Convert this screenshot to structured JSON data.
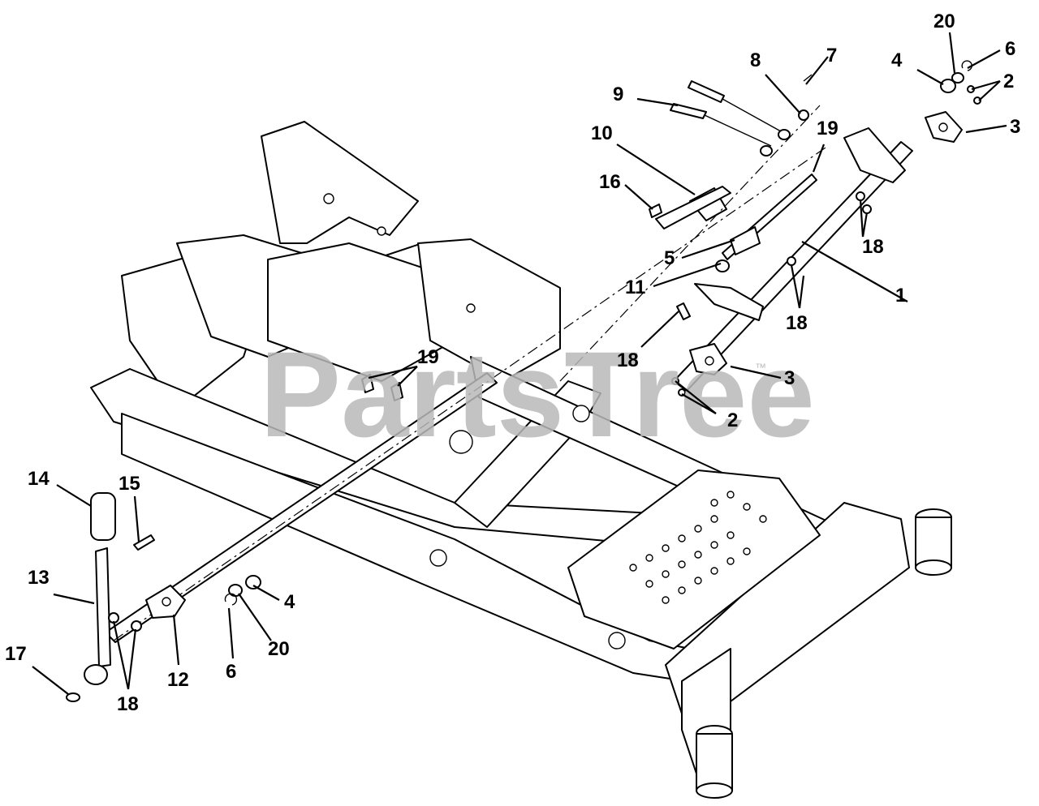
{
  "watermark": {
    "text": "PartsTree",
    "trademark": "™"
  },
  "callouts": [
    {
      "id": "c1",
      "label": "1"
    },
    {
      "id": "c2a",
      "label": "2"
    },
    {
      "id": "c2b",
      "label": "2"
    },
    {
      "id": "c3a",
      "label": "3"
    },
    {
      "id": "c3b",
      "label": "3"
    },
    {
      "id": "c4a",
      "label": "4"
    },
    {
      "id": "c4b",
      "label": "4"
    },
    {
      "id": "c5",
      "label": "5"
    },
    {
      "id": "c6a",
      "label": "6"
    },
    {
      "id": "c6b",
      "label": "6"
    },
    {
      "id": "c7",
      "label": "7"
    },
    {
      "id": "c8",
      "label": "8"
    },
    {
      "id": "c9",
      "label": "9"
    },
    {
      "id": "c10",
      "label": "10"
    },
    {
      "id": "c11",
      "label": "11"
    },
    {
      "id": "c12",
      "label": "12"
    },
    {
      "id": "c13",
      "label": "13"
    },
    {
      "id": "c14",
      "label": "14"
    },
    {
      "id": "c15",
      "label": "15"
    },
    {
      "id": "c16",
      "label": "16"
    },
    {
      "id": "c17",
      "label": "17"
    },
    {
      "id": "c18a",
      "label": "18"
    },
    {
      "id": "c18b",
      "label": "18"
    },
    {
      "id": "c18c",
      "label": "18"
    },
    {
      "id": "c18d",
      "label": "18"
    },
    {
      "id": "c19a",
      "label": "19"
    },
    {
      "id": "c19b",
      "label": "19"
    },
    {
      "id": "c20a",
      "label": "20"
    },
    {
      "id": "c20b",
      "label": "20"
    }
  ]
}
